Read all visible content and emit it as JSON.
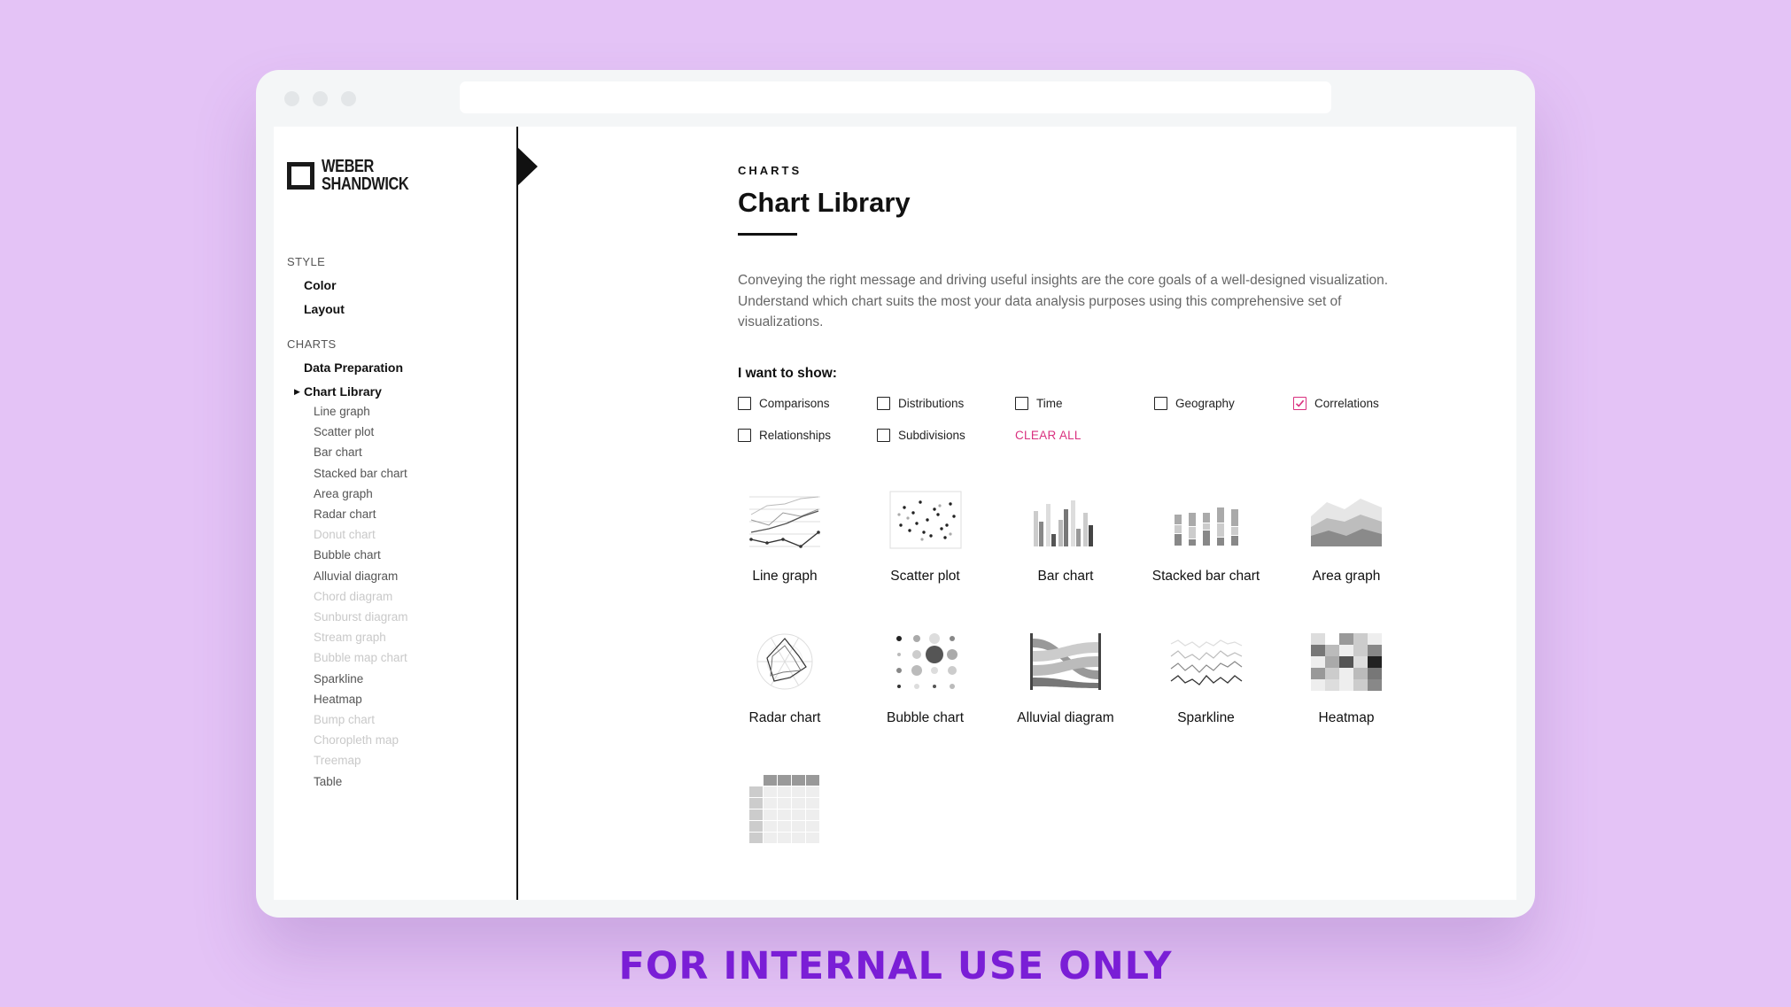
{
  "browser": {
    "url": ""
  },
  "brand": {
    "line1": "WEBER",
    "line2": "SHANDWICK"
  },
  "sidebar": {
    "style_label": "STYLE",
    "style_items": [
      "Color",
      "Layout"
    ],
    "charts_label": "CHARTS",
    "chart_items": [
      "Data Preparation",
      "Chart Library"
    ],
    "active_marker": "▶",
    "library_items": [
      {
        "label": "Line graph",
        "enabled": true
      },
      {
        "label": "Scatter plot",
        "enabled": true
      },
      {
        "label": "Bar chart",
        "enabled": true
      },
      {
        "label": "Stacked bar chart",
        "enabled": true
      },
      {
        "label": "Area graph",
        "enabled": true
      },
      {
        "label": "Radar chart",
        "enabled": true
      },
      {
        "label": "Donut chart",
        "enabled": false
      },
      {
        "label": "Bubble chart",
        "enabled": true
      },
      {
        "label": "Alluvial diagram",
        "enabled": true
      },
      {
        "label": "Chord diagram",
        "enabled": false
      },
      {
        "label": "Sunburst diagram",
        "enabled": false
      },
      {
        "label": "Stream graph",
        "enabled": false
      },
      {
        "label": "Bubble map chart",
        "enabled": false
      },
      {
        "label": "Sparkline",
        "enabled": true
      },
      {
        "label": "Heatmap",
        "enabled": true
      },
      {
        "label": "Bump chart",
        "enabled": false
      },
      {
        "label": "Choropleth map",
        "enabled": false
      },
      {
        "label": "Treemap",
        "enabled": false
      },
      {
        "label": "Table",
        "enabled": true
      }
    ]
  },
  "main": {
    "eyebrow": "CHARTS",
    "title": "Chart Library",
    "description": "Conveying the right message and driving useful insights are the core goals of a well-designed visualization. Understand which chart suits the most your data analysis purposes using this comprehensive set of visualizations.",
    "filter_heading": "I want to show:",
    "filters": [
      {
        "label": "Comparisons",
        "checked": false
      },
      {
        "label": "Distributions",
        "checked": false
      },
      {
        "label": "Time",
        "checked": false
      },
      {
        "label": "Geography",
        "checked": false
      },
      {
        "label": "Correlations",
        "checked": true
      },
      {
        "label": "Relationships",
        "checked": false
      },
      {
        "label": "Subdivisions",
        "checked": false
      }
    ],
    "clear_all": "CLEAR ALL",
    "tiles": [
      {
        "label": "Line graph",
        "icon": "line-graph-icon"
      },
      {
        "label": "Scatter plot",
        "icon": "scatter-plot-icon"
      },
      {
        "label": "Bar chart",
        "icon": "bar-chart-icon"
      },
      {
        "label": "Stacked bar chart",
        "icon": "stacked-bar-chart-icon"
      },
      {
        "label": "Area graph",
        "icon": "area-graph-icon"
      },
      {
        "label": "Radar chart",
        "icon": "radar-chart-icon"
      },
      {
        "label": "Bubble chart",
        "icon": "bubble-chart-icon"
      },
      {
        "label": "Alluvial diagram",
        "icon": "alluvial-diagram-icon"
      },
      {
        "label": "Sparkline",
        "icon": "sparkline-icon"
      },
      {
        "label": "Heatmap",
        "icon": "heatmap-icon"
      },
      {
        "label": "",
        "icon": "table-icon"
      }
    ]
  },
  "colors": {
    "accent": "#d9307f",
    "background": "#e4c3f6",
    "footer": "#7a1ed6"
  },
  "footer": {
    "text": "FOR INTERNAL USE ONLY"
  }
}
